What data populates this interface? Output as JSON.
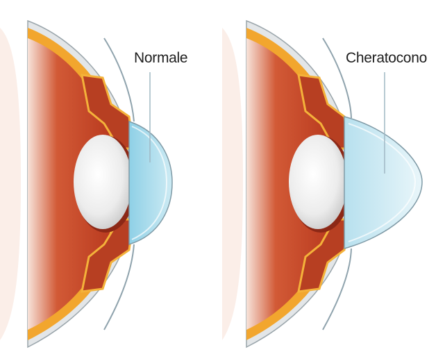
{
  "labels": {
    "normal": "Normale",
    "keratoconus": "Cheratocono"
  },
  "colors": {
    "background": "#ffffff",
    "eye_red": "#c8482b",
    "eye_red_dark": "#9a2d18",
    "sclera_orange": "#f3a32c",
    "lens_white": "#f4f4f4",
    "cornea_blue": "#a9d8ea",
    "cornea_light": "#dff1f6",
    "outline_grey": "#8fa3ad",
    "label_line": "#9fb8c4"
  },
  "icons": {
    "normal_eye": "normal-eye-cross-section",
    "keratoconus_eye": "keratoconus-eye-cross-section"
  }
}
